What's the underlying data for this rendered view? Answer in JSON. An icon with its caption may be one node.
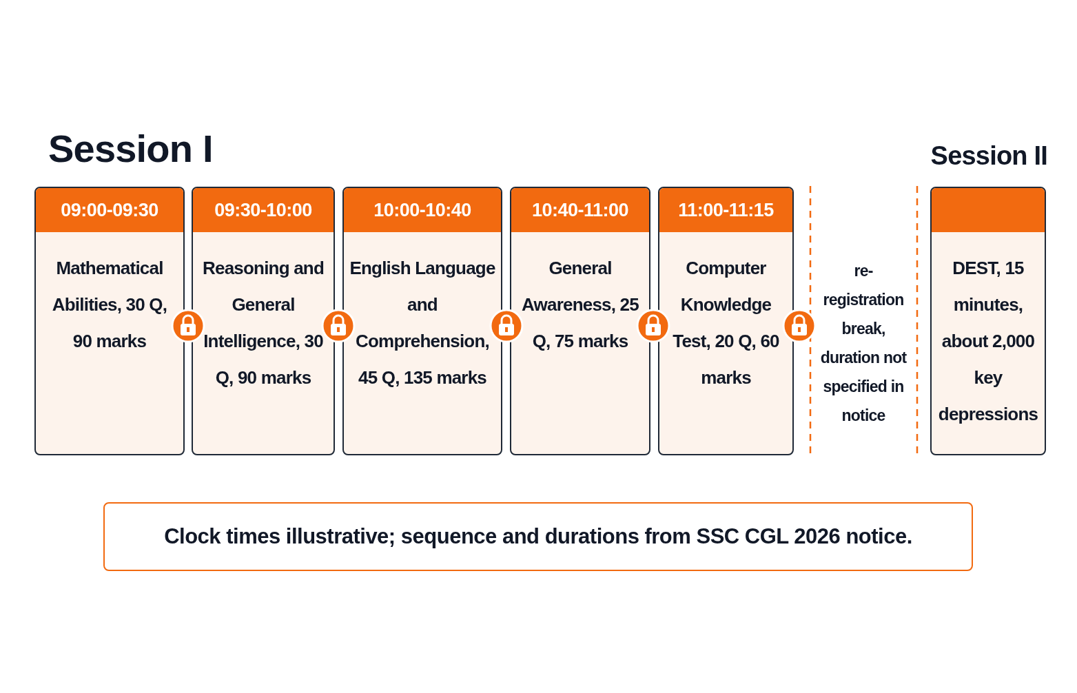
{
  "diagram": {
    "nodes": [
      {
        "text": [
          "09:00-09:30",
          "Mathematical Abilities, 30 Q, 90 marks"
        ]
      },
      {
        "text": [
          "09:30-10:00",
          "Reasoning and General Intelligence, 30 Q, 90 marks"
        ]
      },
      {
        "text": [
          "10:00-10:40",
          "English Language and Comprehension, 45 Q, 135 marks"
        ]
      },
      {
        "text": [
          "10:40-11:00",
          "General Awareness, 25 Q, 75 marks"
        ]
      },
      {
        "text": [
          "11:00-11:15",
          "Computer Knowledge Test, 20 Q, 60 marks"
        ]
      },
      {
        "text": [
          "DEST, 15 minutes, about 2,000 key depressions"
        ]
      },
      {
        "text": [
          "Clock times illustrative; sequence and durations from SSC CGL 2026 notice."
        ]
      }
    ],
    "labels": [
      "Session I",
      "Session II",
      "re-registration break, duration not specified in notice"
    ]
  }
}
